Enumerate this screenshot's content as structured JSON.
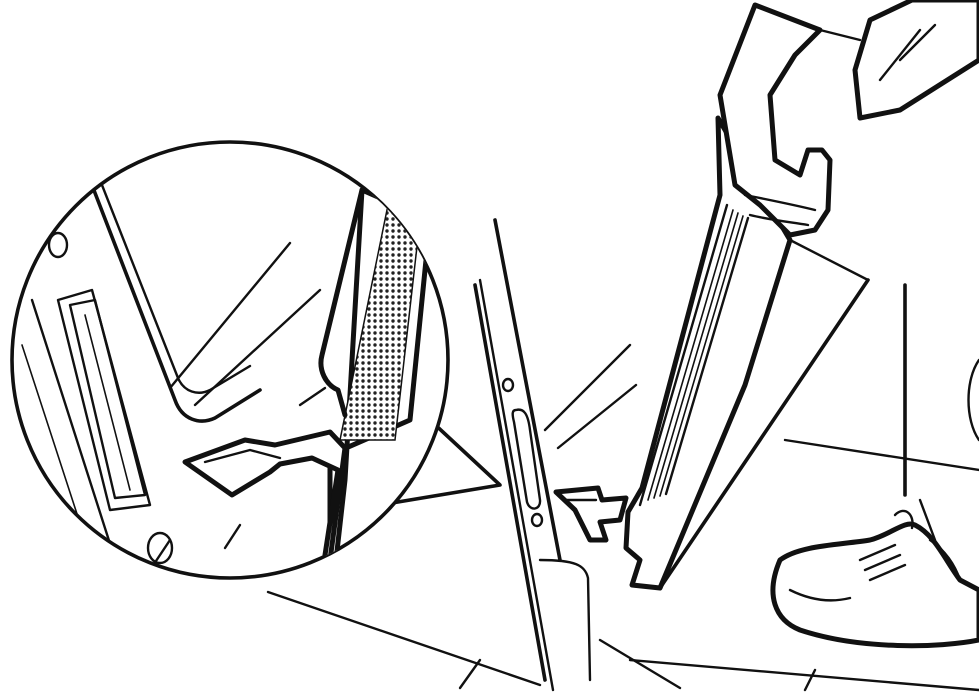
{
  "figure": {
    "style": "black line-art installation illustration",
    "ink_color": "#111111",
    "background_color": "#ffffff"
  },
  "parts": [
    {
      "id": "magnified-detail-circle",
      "icon": "zoom-callout-icon"
    },
    {
      "id": "door-panel",
      "icon": "panel-icon"
    },
    {
      "id": "hinge-slot",
      "icon": "hinge-icon"
    },
    {
      "id": "hand",
      "icon": "hand-icon"
    },
    {
      "id": "shoe",
      "icon": "shoe-icon"
    }
  ]
}
